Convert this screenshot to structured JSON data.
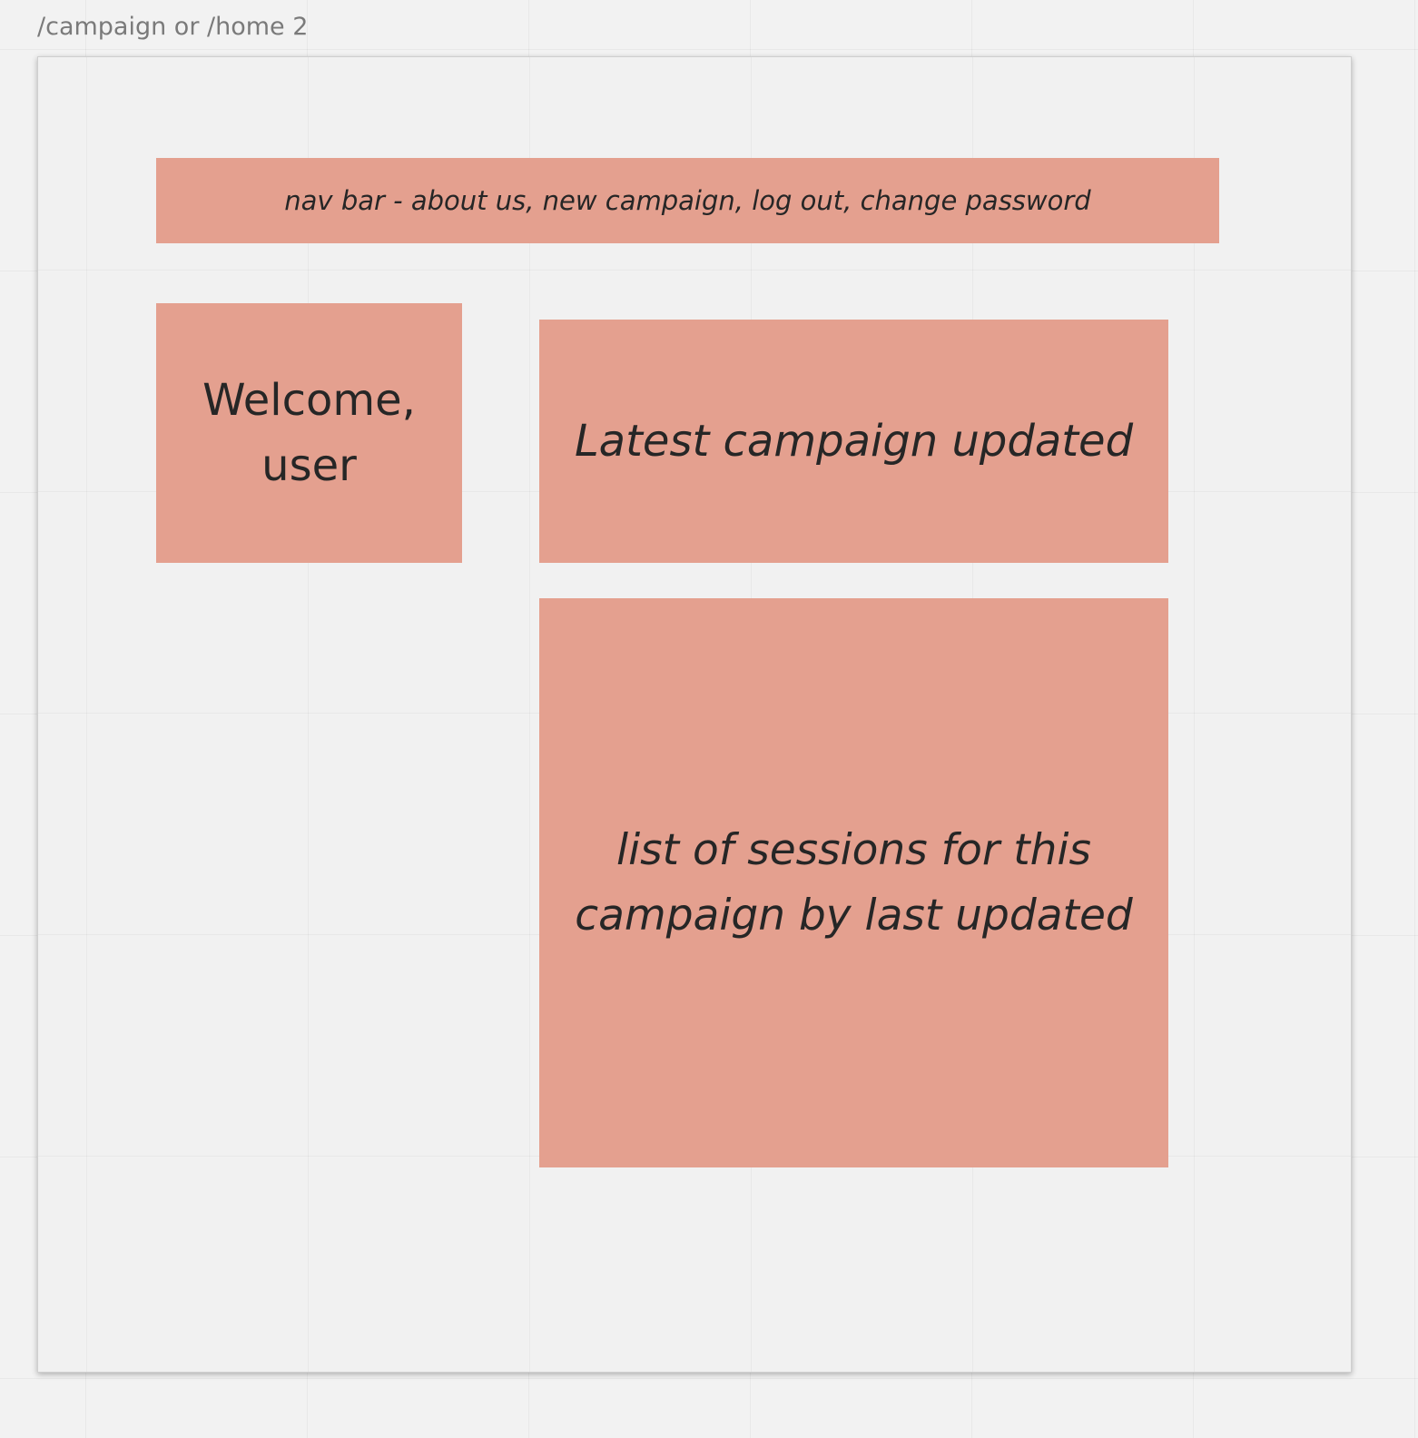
{
  "frame": {
    "title": "/campaign or /home 2"
  },
  "notes": {
    "nav_bar": "nav bar - about us, new campaign, log out, change password",
    "welcome": "Welcome, user",
    "latest_campaign": "Latest campaign updated",
    "sessions_list": "list of sessions for this campaign by last updated"
  },
  "colors": {
    "sticky_note": "#e4a08f",
    "canvas": "#f2f2f2",
    "text": "#262626"
  }
}
